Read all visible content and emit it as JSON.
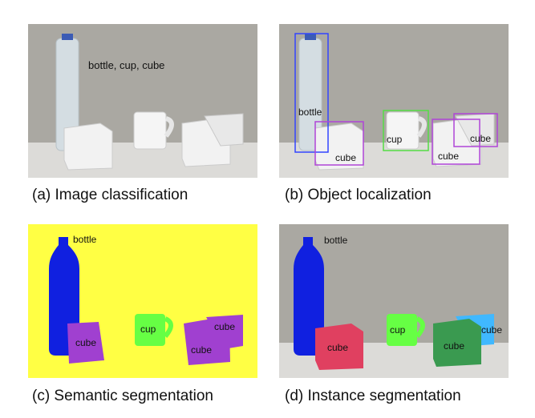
{
  "captions": {
    "a": "(a) Image classification",
    "b": "(b) Object localization",
    "c": "(c) Semantic segmentation",
    "d": "(d) Instance segmentation"
  },
  "panel_a": {
    "class_label": "bottle, cup, cube"
  },
  "panel_b": {
    "labels": {
      "bottle": "bottle",
      "cup": "cup",
      "cube1": "cube",
      "cube2": "cube",
      "cube3": "cube"
    },
    "colors": {
      "bottle_box": "#3344ff",
      "cup_box": "#55dd44",
      "cube_box": "#b044d8"
    }
  },
  "panel_c": {
    "labels": {
      "bottle": "bottle",
      "cup": "cup",
      "cube1": "cube",
      "cube2": "cube",
      "cube3": "cube"
    },
    "colors": {
      "background": "#ffff44",
      "bottle": "#1020e0",
      "cup": "#66ff44",
      "cube": "#a040d0"
    }
  },
  "panel_d": {
    "labels": {
      "bottle": "bottle",
      "cup": "cup",
      "cube1": "cube",
      "cube2": "cube",
      "cube3": "cube"
    },
    "colors": {
      "bottle": "#1020e0",
      "cup": "#66ff44",
      "cube1": "#e04060",
      "cube2": "#3a9a50",
      "cube3": "#40b8ff"
    }
  }
}
